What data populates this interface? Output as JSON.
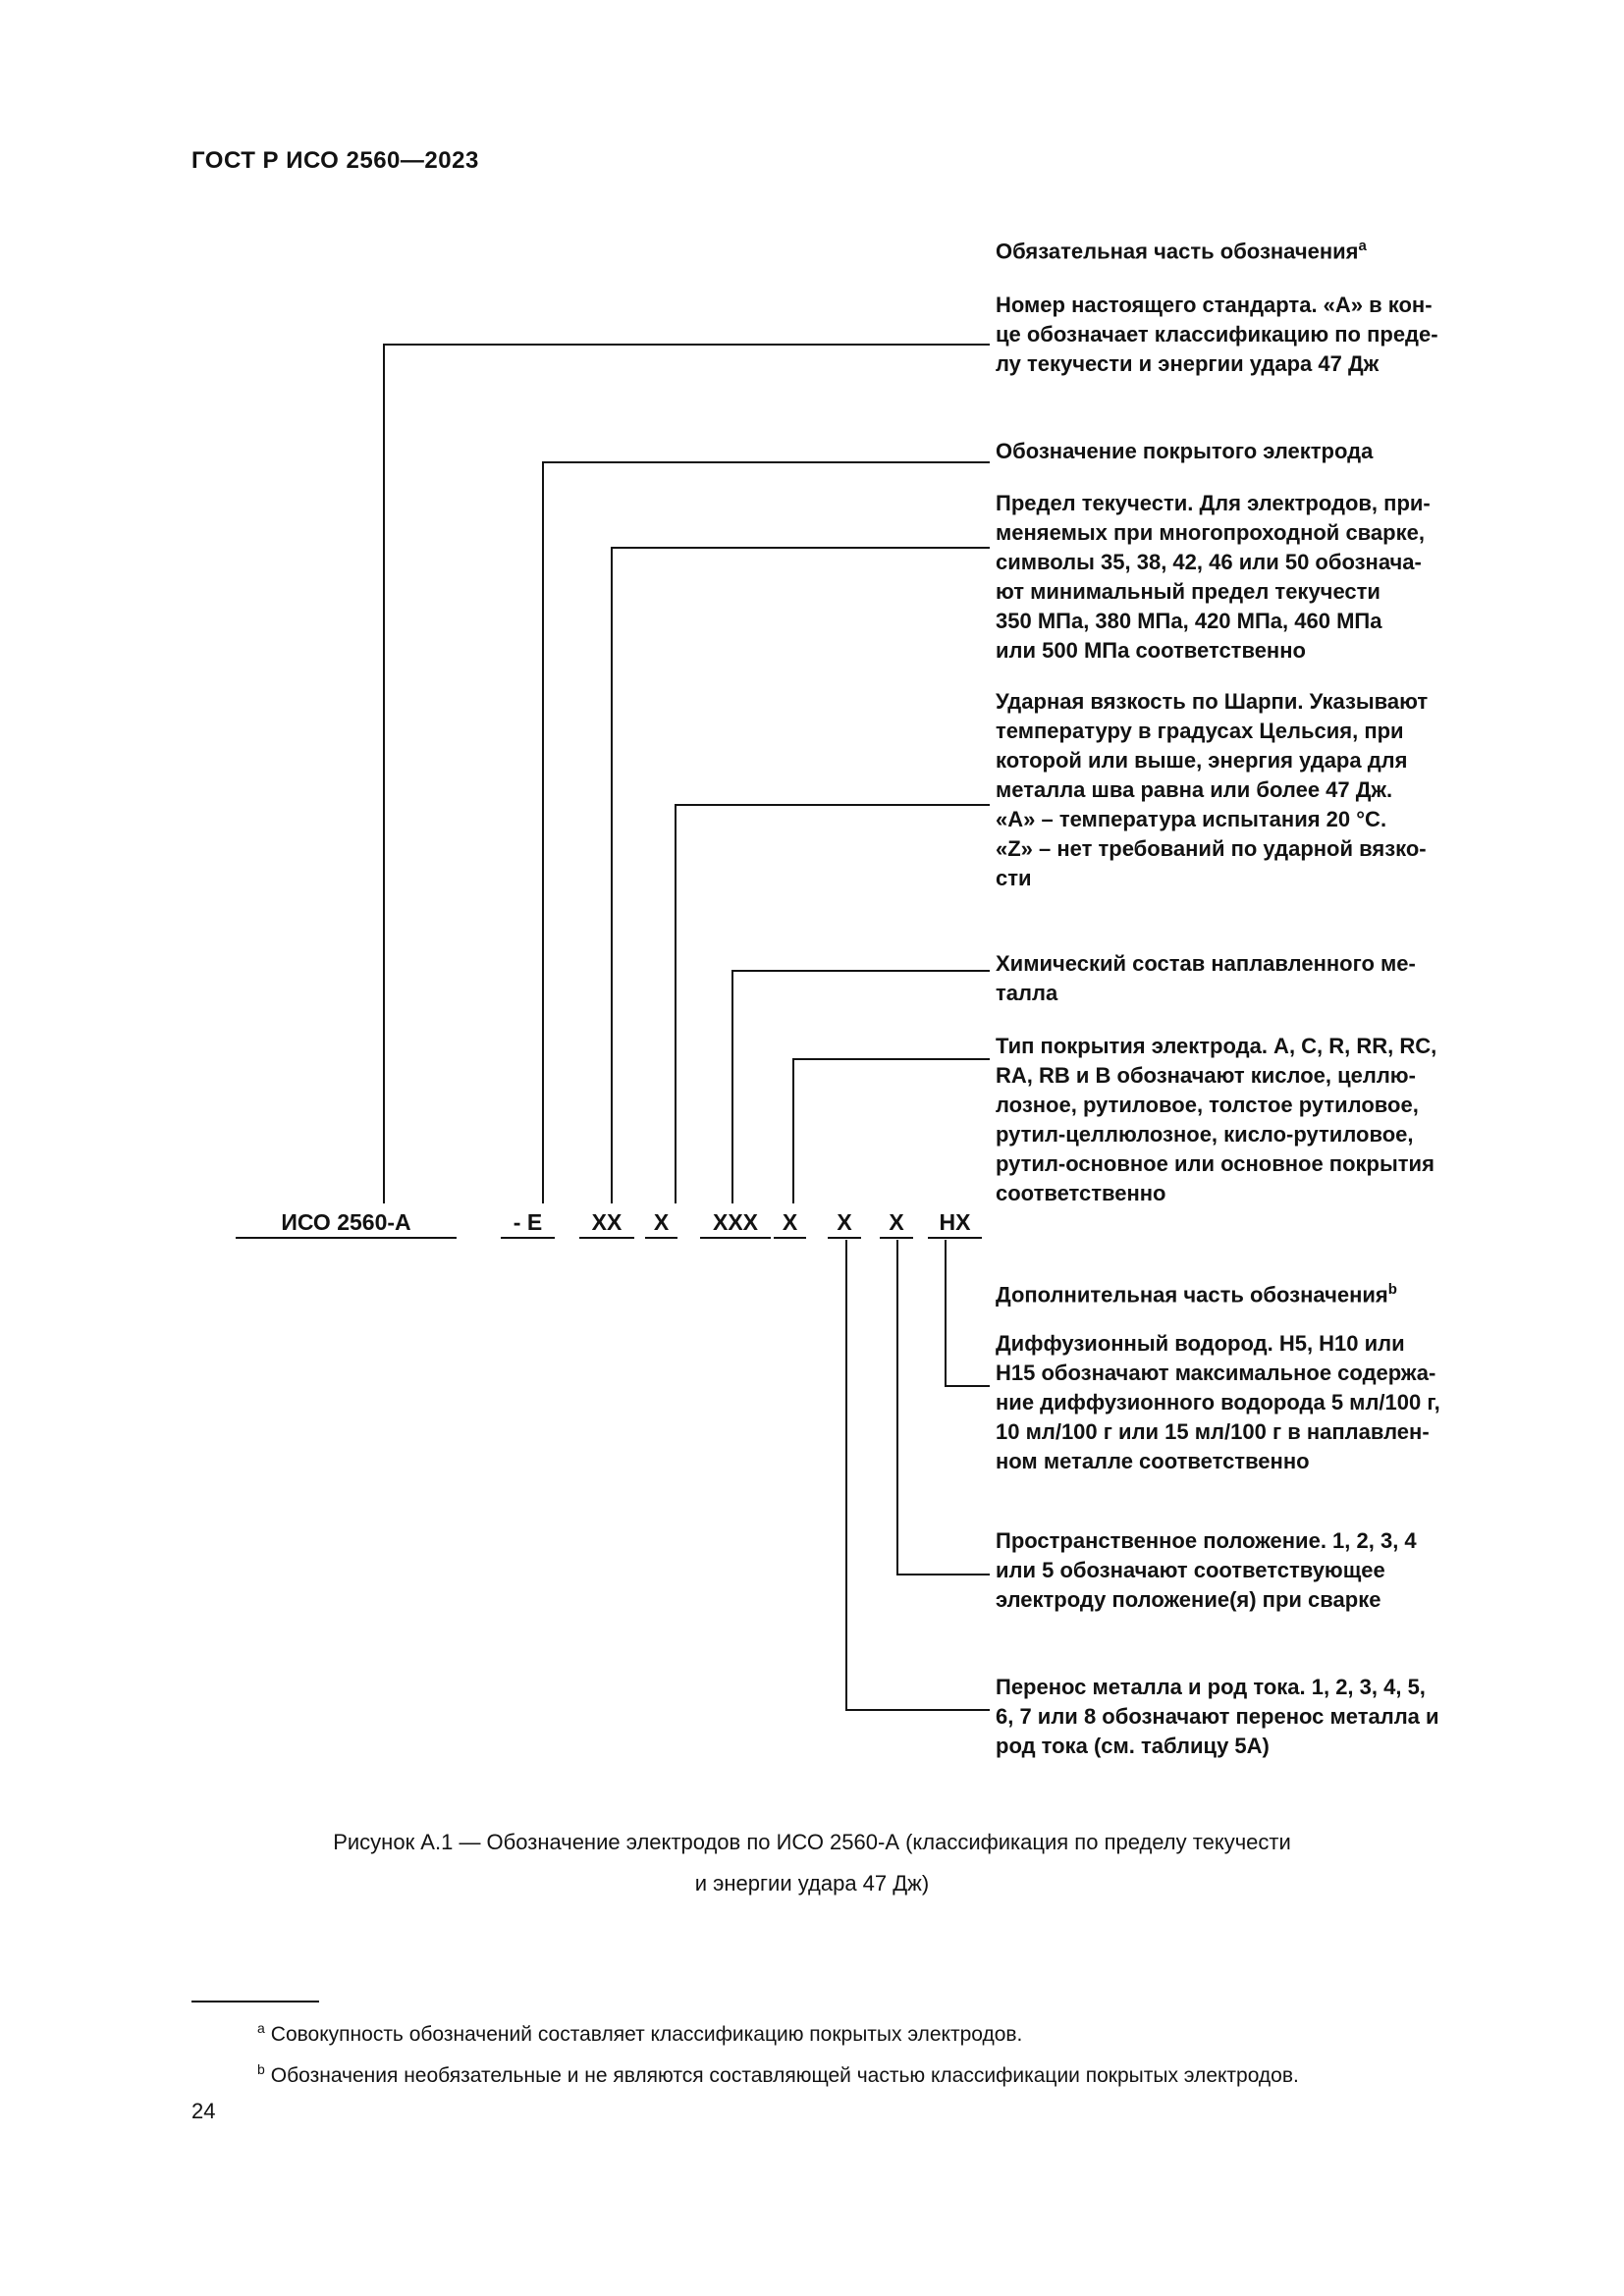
{
  "page": {
    "header": "ГОСТ Р ИСО 2560—2023",
    "page_number": "24"
  },
  "figure": {
    "tokens": [
      "ИСО 2560-А",
      "- Е",
      "ХХ",
      "Х",
      "ХХХ",
      "Х",
      "Х",
      "Х",
      "НХ"
    ],
    "blocks": [
      {
        "text": "Обязательная часть обозначения",
        "sup": "a"
      },
      {
        "text": "Номер настоящего стандарта. «А» в кон-\nце обозначает классификацию по преде-\nлу текучести и энергии удара 47 Дж"
      },
      {
        "text": "Обозначение покрытого электрода"
      },
      {
        "text": "Предел текучести. Для электродов, при-\nменяемых при многопроходной сварке,\nсимволы 35, 38, 42, 46 или 50 обознача-\nют минимальный предел текучести\n350 МПа, 380 МПа, 420 МПа, 460 МПа\nили 500 МПа соответственно"
      },
      {
        "text": "Ударная вязкость по Шарпи. Указывают\nтемпературу в градусах Цельсия, при\nкоторой или выше, энергия удара для\nметалла шва равна или более 47 Дж.\n«А» – температура испытания 20 °С.\n«Z» – нет требований по ударной вязко-\nсти"
      },
      {
        "text": "Химический состав наплавленного ме-\nталла"
      },
      {
        "text": "Тип покрытия электрода. А, С, R, RR, RC,\nRA, RB и В обозначают кислое, целлю-\nлозное, рутиловое, толстое рутиловое,\nрутил-целлюлозное, кисло-рутиловое,\nрутил-основное или основное покрытия\nсоответственно"
      },
      {
        "text": "Дополнительная часть обозначения",
        "sup": "b"
      },
      {
        "text": "Диффузионный водород. Н5, Н10 или\nН15 обозначают максимальное содержа-\nние диффузионного водорода 5 мл/100 г,\n10 мл/100 г или 15 мл/100 г в наплавлен-\nном металле соответственно"
      },
      {
        "text": "Пространственное положение. 1, 2, 3, 4\nили 5 обозначают соответствующее\nэлектроду положение(я) при сварке"
      },
      {
        "text": "Перенос металла и род тока. 1, 2, 3, 4, 5,\n6, 7 или 8 обозначают перенос металла и\nрод тока (см. таблицу 5А)"
      }
    ],
    "caption": "Рисунок А.1 — Обозначение электродов по ИСО 2560-А (классификация по пределу текучести\nи энергии удара 47 Дж)"
  },
  "footnotes": {
    "a_marker": "a",
    "a": "Совокупность обозначений составляет классификацию покрытых электродов.",
    "b_marker": "b",
    "b": "Обозначения необязательные и не являются составляющей частью классификации покрытых электродов."
  }
}
